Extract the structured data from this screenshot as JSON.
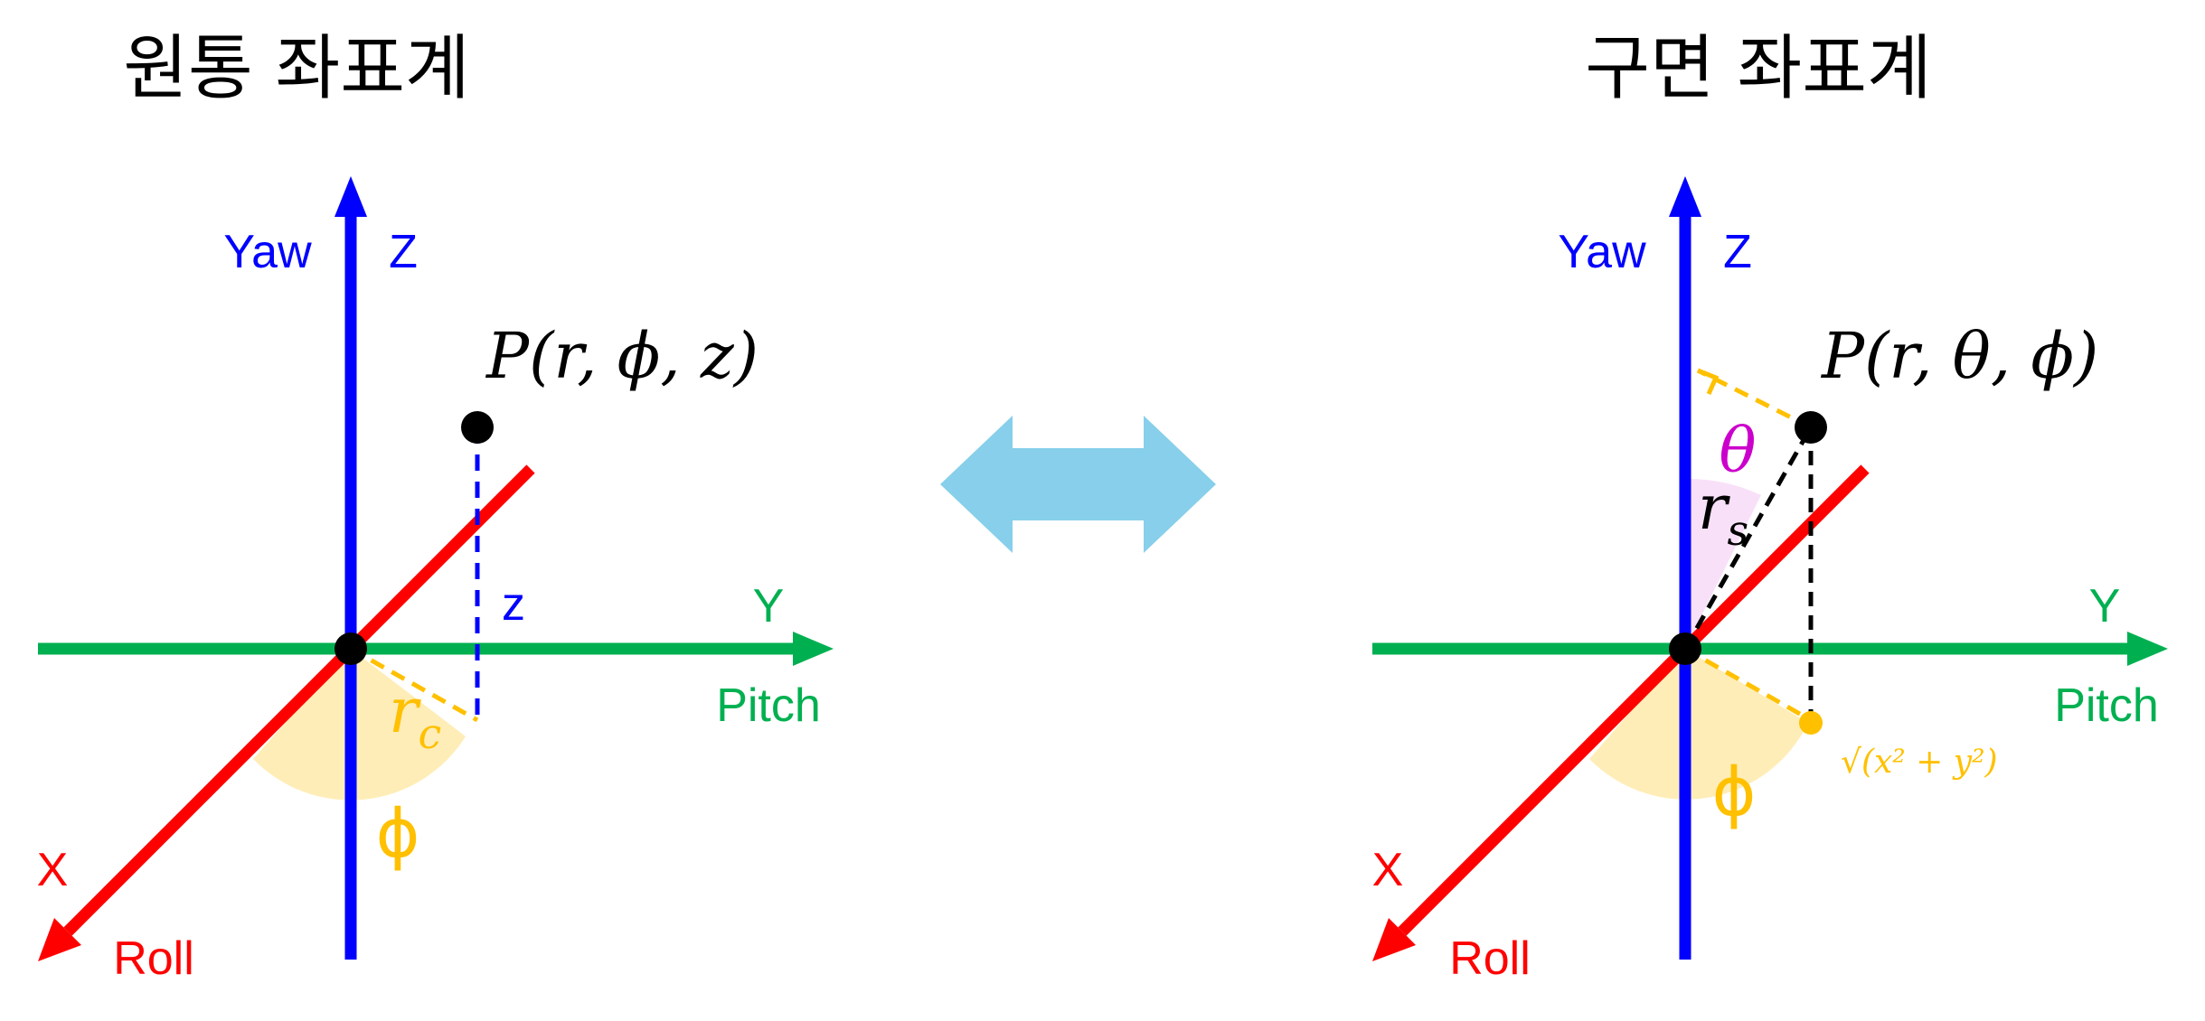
{
  "cylindrical": {
    "title": "원통 좌표계",
    "point_label": "P(r, ϕ, z)",
    "yaw_label": "Yaw",
    "z_axis_label": "Z",
    "y_axis_label": "Y",
    "pitch_label": "Pitch",
    "x_axis_label": "X",
    "roll_label": "Roll",
    "z_measure_label": "z",
    "radius_label": "r",
    "radius_sub": "c",
    "phi_label": "ϕ"
  },
  "spherical": {
    "title": "구면 좌표계",
    "point_label": "P(r, θ, ϕ)",
    "yaw_label": "Yaw",
    "z_axis_label": "Z",
    "y_axis_label": "Y",
    "pitch_label": "Pitch",
    "x_axis_label": "X",
    "roll_label": "Roll",
    "theta_label": "θ",
    "radius_label": "r",
    "radius_sub": "s",
    "phi_label": "ϕ",
    "projection_label": "√(x² + y²)"
  },
  "colors": {
    "z_axis": "#0000ff",
    "y_axis": "#00b050",
    "x_axis": "#ff0000",
    "angle": "#ffc000",
    "theta": "#cc00cc",
    "arrow": "#87cfea"
  },
  "icons": {
    "double_arrow": "double-headed-arrow-icon"
  }
}
